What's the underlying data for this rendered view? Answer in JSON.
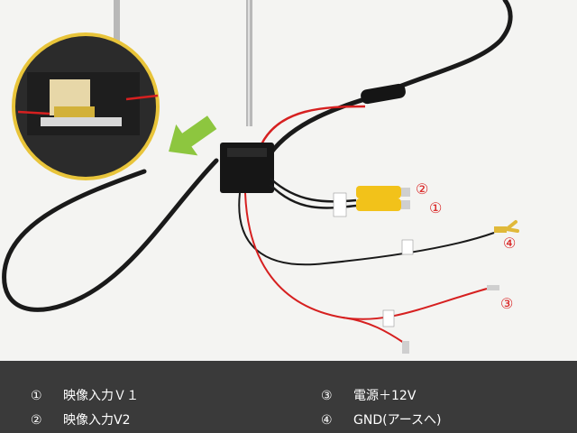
{
  "markers": [
    "②",
    "①",
    "④",
    "③"
  ],
  "caption": {
    "items": [
      {
        "num": "①",
        "text": "映像入力Ｖ１"
      },
      {
        "num": "②",
        "text": "映像入力V2"
      },
      {
        "num": "③",
        "text": "電源＋12V"
      },
      {
        "num": "④",
        "text": "GND(アースへ)"
      }
    ]
  },
  "colors": {
    "marker": "#d81c1c",
    "caption_bg": "#3a3a3a",
    "rca_yellow": "#f2c21a",
    "arrow_green": "#8dc63f",
    "zoom_ring": "#e8c43a"
  }
}
